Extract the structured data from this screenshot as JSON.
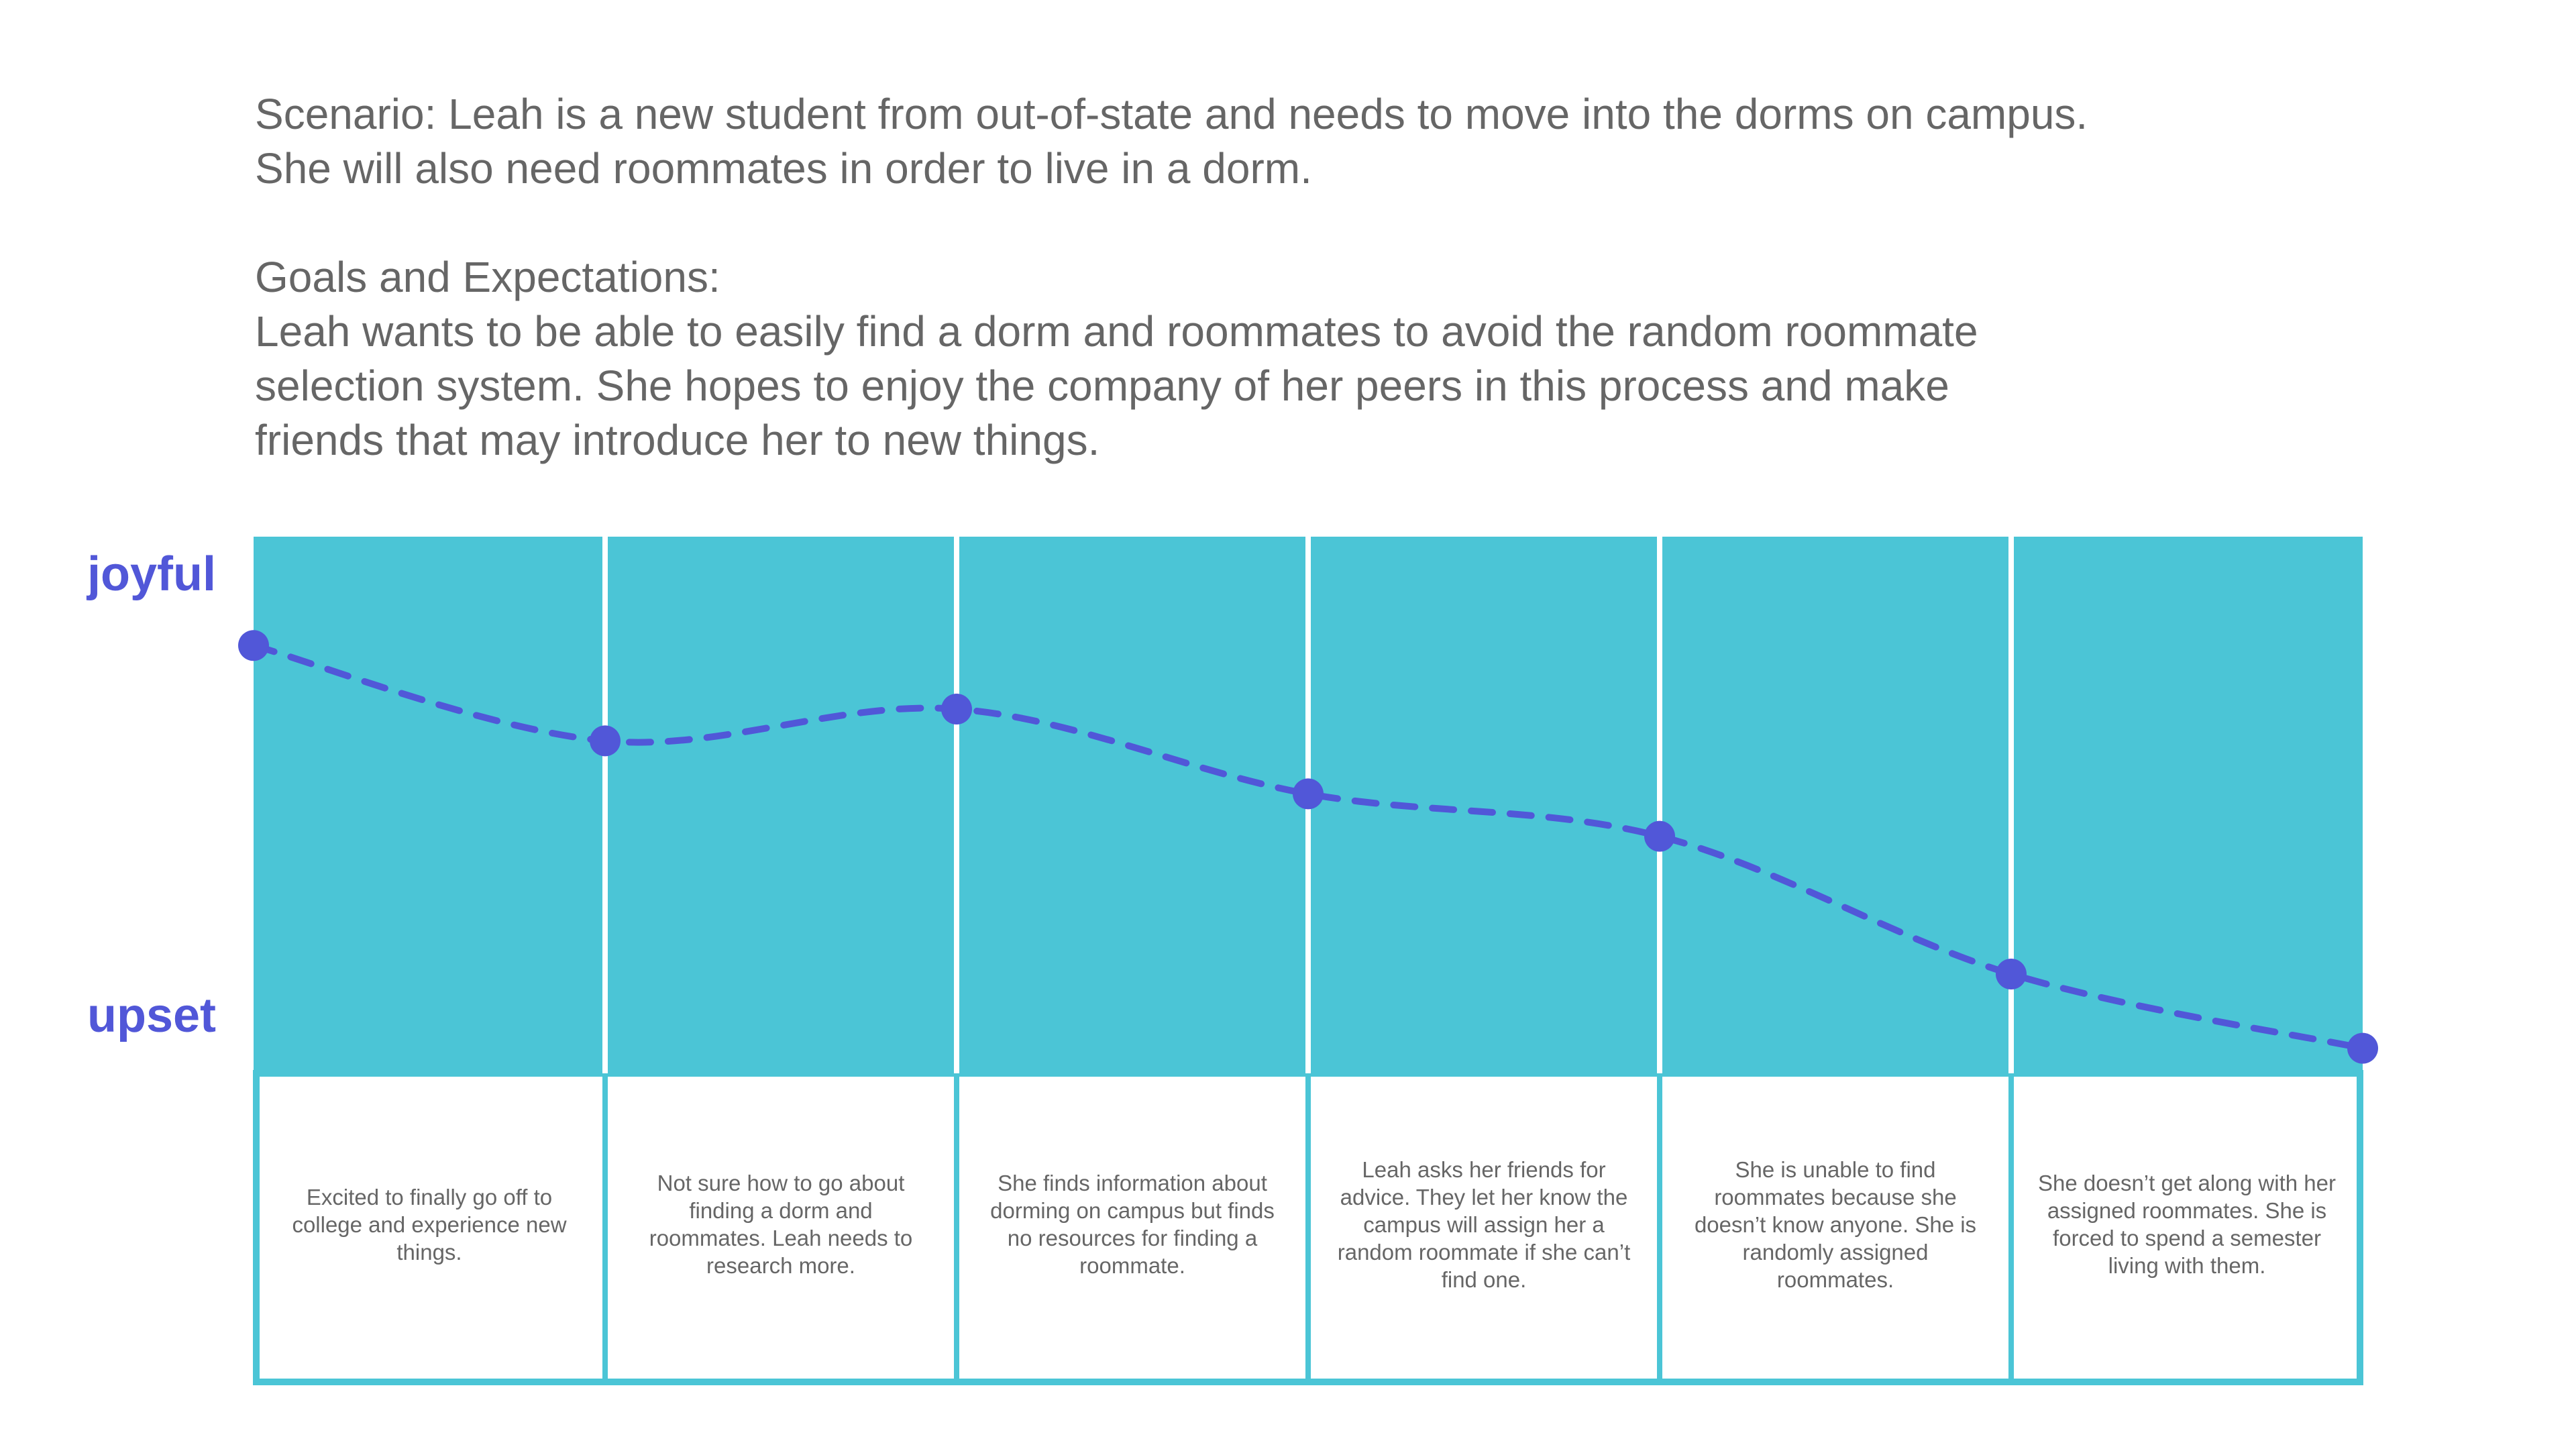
{
  "intro": {
    "scenario_line_1": "Scenario: Leah is a new student from out-of-state and needs to move into the dorms on campus.",
    "scenario_line_2": "She will also need roommates in order to live in a dorm.",
    "goals_heading": "Goals and Expectations:",
    "goals_line_1": "Leah wants to be able to easily find a dorm and roommates to avoid the random roommate",
    "goals_line_2": "selection system. She hopes to enjoy the company of her peers in this process and make",
    "goals_line_3": "friends that may introduce her to new things."
  },
  "emotion_scale": {
    "top_label": "joyful",
    "bottom_label": "upset",
    "min": 0,
    "max": 100
  },
  "colors": {
    "panel": "#4bc5d6",
    "divider": "#ffffff",
    "box_border": "#4bc5d6",
    "line": "#5157d8",
    "text": "#666666"
  },
  "stages": [
    {
      "emotion": 82,
      "text": "Excited to finally go off to college and experience new things."
    },
    {
      "emotion": 64,
      "text": "Not sure how to go about finding a dorm and roommates. Leah needs to research more."
    },
    {
      "emotion": 70,
      "text": "She finds information about dorming on campus but finds no resources for finding a roommate."
    },
    {
      "emotion": 54,
      "text": "Leah asks her friends for advice. They let her know the campus will assign her a random roommate if she can’t find one."
    },
    {
      "emotion": 46,
      "text": "She is unable to find roommates because she doesn’t know anyone. She is randomly assigned roommates."
    },
    {
      "emotion": 20,
      "text": "She doesn’t get along with her assigned roommates. She is forced to spend a semester living with them."
    },
    {
      "emotion": 6
    }
  ]
}
